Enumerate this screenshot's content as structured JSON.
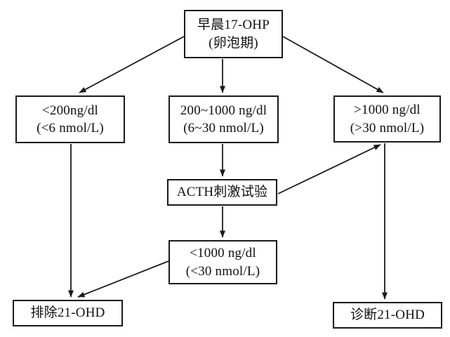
{
  "diagram": {
    "type": "flowchart",
    "topic": "17-OHP screening algorithm for 21-OHD",
    "colors": {
      "background": "#ffffff",
      "box_border": "#1a1a1a",
      "arrow": "#1a1a1a",
      "text": "#111111"
    },
    "nodes": {
      "top": {
        "line1": "早晨17-OHP",
        "line2": "(卵泡期)"
      },
      "left": {
        "line1": "<200ng/dl",
        "line2": "(<6 nmol/L)"
      },
      "mid": {
        "line1": "200~1000 ng/dl",
        "line2": "(6~30 nmol/L)"
      },
      "right": {
        "line1": ">1000 ng/dl",
        "line2": "(>30 nmol/L)"
      },
      "acth": {
        "line1": "ACTH刺激试验"
      },
      "postacth": {
        "line1": "<1000 ng/dl",
        "line2": "(<30 nmol/L)"
      },
      "exclude": {
        "line1": "排除21-OHD"
      },
      "diagnose": {
        "line1": "诊断21-OHD"
      }
    },
    "edges": [
      {
        "from": "top",
        "to": "left"
      },
      {
        "from": "top",
        "to": "mid"
      },
      {
        "from": "top",
        "to": "right"
      },
      {
        "from": "mid",
        "to": "acth"
      },
      {
        "from": "acth",
        "to": "postacth"
      },
      {
        "from": "acth",
        "to": "right"
      },
      {
        "from": "left",
        "to": "exclude"
      },
      {
        "from": "postacth",
        "to": "exclude"
      },
      {
        "from": "right",
        "to": "diagnose"
      }
    ]
  }
}
